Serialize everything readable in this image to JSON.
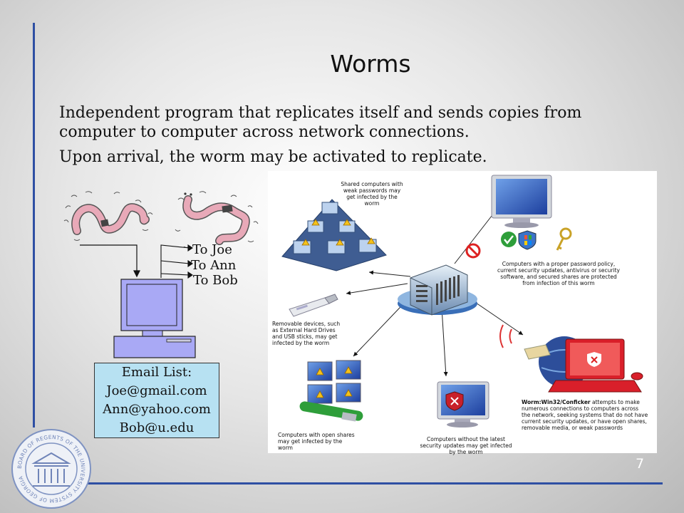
{
  "slide": {
    "title": "Worms",
    "paragraphs": [
      "Independent program that replicates itself and sends copies from computer to computer across network connections.",
      "Upon arrival, the worm may be activated to replicate."
    ],
    "page_number": "7"
  },
  "left_diagram": {
    "recipients": [
      "To Joe",
      "To Ann",
      "To Bob"
    ],
    "email_list": {
      "title": "Email List:",
      "entries": [
        "Joe@gmail.com",
        "Ann@yahoo.com",
        "Bob@u.edu"
      ]
    },
    "colors": {
      "worm": "#e8a9b8",
      "computer": "#a9a9f5",
      "email_box": "#b7e1f2"
    }
  },
  "network_diagram": {
    "captions": {
      "shared": "Shared computers with weak passwords may get infected by the worm",
      "protected": "Computers with a proper password policy, current security updates, antivirus or security software, and secured shares are protected from infection of this worm",
      "removable": "Removable devices, such as External Hard Drives and USB sticks, may get infected by the worm",
      "conficker_name": "Worm:Win32/Conficker",
      "conficker_rest": " attempts to make numerous connections to computers across the network, seeking systems that do not have current security updates, or have open shares, removable media, or weak passwords",
      "open_shares": "Computers with open shares may get infected by the worm",
      "no_updates": "Computers without the latest security updates may get infected by the worm"
    }
  },
  "logo": {
    "ring_text": "BOARD OF REGENTS OF THE UNIVERSITY SYSTEM OF GEORGIA"
  }
}
